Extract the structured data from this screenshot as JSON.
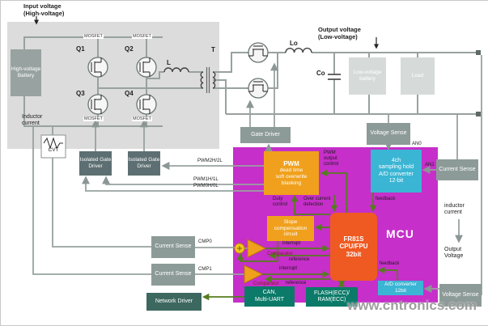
{
  "watermark": "www.cntronics.com",
  "top_labels": {
    "input_voltage": [
      "Input voltage",
      "(High-voltage)"
    ],
    "output_voltage": [
      "Output voltage",
      "(Low-voltage)"
    ]
  },
  "side_labels": {
    "inductor_current_top": [
      "Inductor",
      "current"
    ],
    "inductor_current_right": [
      "inductor",
      "current"
    ],
    "output_voltage_right": [
      "Output",
      "Voltage"
    ]
  },
  "components": {
    "q1": "Q1",
    "q2": "Q2",
    "q3": "Q3",
    "q4": "Q4",
    "mosfet": "MOSFET",
    "transformer": "T",
    "inductor_primary": "L",
    "inductor_output": "Lo",
    "cap_output": "Co",
    "cvt": "CVT"
  },
  "blocks": {
    "hv_battery": "High-voltage Battery",
    "lv_battery": "Low-voltage battery",
    "load": "Load",
    "gate_driver": "Gate Driver",
    "isolated_gate_driver": "Isolated Gate Driver",
    "voltage_sense": "Voltage Sense",
    "current_sense": "Current Sense",
    "network_driver": "Network Driver",
    "mcu": "MCU",
    "pwm": {
      "title": "PWM",
      "lines": [
        "dead time",
        "soft overwrite",
        "blanking"
      ]
    },
    "adc_4ch": [
      "4ch",
      "sampling hold",
      "A/D converter",
      "12-bit"
    ],
    "cpu": [
      "FR81S",
      "CPU/FPU",
      "32bit"
    ],
    "slope": [
      "Slope",
      "compensation",
      "circuit"
    ],
    "can_uart": [
      "CAN,",
      "Multi-UART"
    ],
    "flash_ram": [
      "FLASH(ECC)/",
      "RAM(ECC)"
    ],
    "adc": [
      "A/D converter",
      "12bit"
    ]
  },
  "signals": {
    "pwm2": "PWM2H/2L",
    "pwm1": "PWM1H/1L",
    "pwm0": "PWM0H/0L",
    "cmp0": "CMP0",
    "cmp1": "CMP1",
    "an0": "AN0",
    "an1": "AN1",
    "pwm_output_control": [
      "PWM",
      "output",
      "control"
    ],
    "over_current": [
      "Over current",
      "detection"
    ],
    "duty_control": [
      "Duty",
      "control"
    ],
    "interrupt": "interrupt",
    "reference": "reference",
    "feedback": "feedback",
    "comparator": "Comparator"
  },
  "colors": {
    "mcu_region": "#c62fc9",
    "accent_orange": "#f0a01c",
    "accent_red": "#ef5a22",
    "accent_cyan": "#3ab5d4",
    "accent_teal": "#0b7a68",
    "wire_gray": "#98a2a0",
    "wire_green": "#557d1e"
  }
}
